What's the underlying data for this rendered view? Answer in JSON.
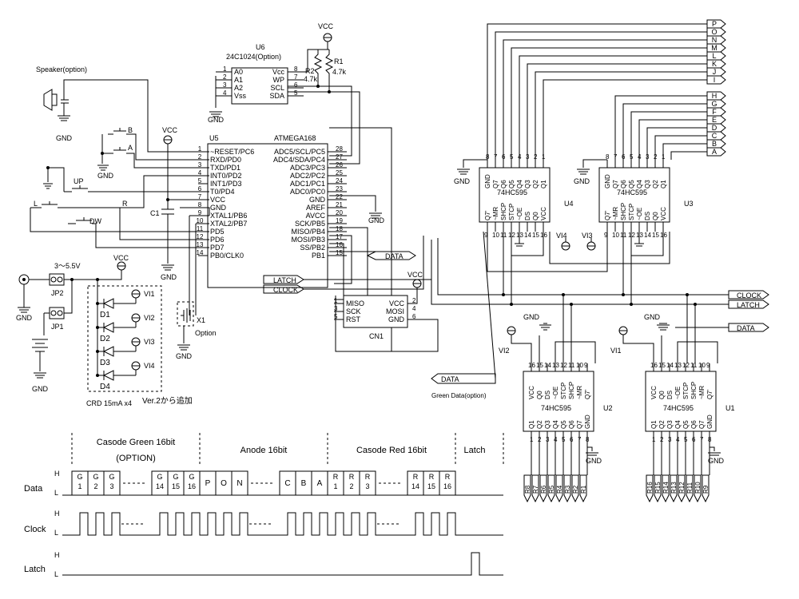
{
  "supply": {
    "vcc": "VCC",
    "gnd": "GND",
    "range": "3～5.5V",
    "jp1": "JP1",
    "jp2": "JP2"
  },
  "speaker": {
    "label": "Speaker(option)"
  },
  "buttons": {
    "b": "B",
    "a": "A",
    "up": "UP",
    "l": "L",
    "r": "R",
    "dw": "DW"
  },
  "cap": {
    "c1": "C1"
  },
  "crystal": {
    "x1": "X1",
    "option": "Option"
  },
  "eeprom": {
    "ref": "U6",
    "part": "24C1024(Option)",
    "left_pins": [
      "A0",
      "A1",
      "A2",
      "Vss"
    ],
    "left_nums": [
      "1",
      "2",
      "3",
      "4"
    ],
    "right_pins": [
      "Vcc",
      "WP",
      "SCL",
      "SDA"
    ],
    "right_nums": [
      "8",
      "7",
      "6",
      "5"
    ]
  },
  "resistors": {
    "r1": "R1",
    "r1_val": "4.7k",
    "r2": "R2",
    "r2_val": "4.7k"
  },
  "mcu": {
    "ref": "U5",
    "part": "ATMEGA168",
    "left_pins": [
      "~RESET/PC6",
      "RXD/PD0",
      "TXD/PD1",
      "INT0/PD2",
      "INT1/PD3",
      "T0/PD4",
      "VCC",
      "GND",
      "XTAL1/PB6",
      "XTAL2/PB7",
      "PD5",
      "PD6",
      "PD7",
      "PB0/CLK0"
    ],
    "left_nums": [
      "1",
      "2",
      "3",
      "4",
      "5",
      "6",
      "7",
      "8",
      "9",
      "10",
      "11",
      "12",
      "13",
      "14"
    ],
    "right_pins": [
      "ADC5/SCL/PC5",
      "ADC4/SDA/PC4",
      "ADC3/PC3",
      "ADC2/PC2",
      "ADC1/PC1",
      "ADC0/PC0",
      "GND",
      "AREF",
      "AVCC",
      "SCK/PB5",
      "MISO/PB4",
      "MOSI/PB3",
      "SS/PB2",
      "PB1"
    ],
    "right_nums": [
      "28",
      "27",
      "26",
      "25",
      "24",
      "23",
      "22",
      "21",
      "20",
      "19",
      "18",
      "17",
      "16",
      "15"
    ]
  },
  "nets": {
    "data": "DATA",
    "latch": "LATCH",
    "clock": "CLOCK",
    "green_data": "Green Data(option)"
  },
  "isp": {
    "ref": "CN1",
    "left_pins": [
      "MISO",
      "SCK",
      "RST"
    ],
    "left_nums": [
      "1",
      "3",
      "5"
    ],
    "right_pins": [
      "VCC",
      "MOSI",
      "GND"
    ],
    "right_nums": [
      "2",
      "4",
      "6"
    ]
  },
  "crd": {
    "diodes": [
      "D1",
      "D2",
      "D3",
      "D4"
    ],
    "vi": [
      "VI1",
      "VI2",
      "VI3",
      "VI4"
    ],
    "note": "CRD 15mA x4",
    "ver_note": "Ver.2から追加"
  },
  "shift_regs": {
    "part": "74HC595",
    "pin_names_top": [
      "GND",
      "Q7",
      "Q6",
      "Q5",
      "Q4",
      "Q3",
      "Q2",
      "Q1"
    ],
    "pin_nums_top": [
      "8",
      "7",
      "6",
      "5",
      "4",
      "3",
      "2",
      "1"
    ],
    "pin_names_bot": [
      "Q7'",
      "~MR",
      "SHCP",
      "STCP",
      "~OE",
      "DS",
      "Q0",
      "VCC"
    ],
    "pin_nums_bot": [
      "9",
      "10",
      "11",
      "12",
      "13",
      "14",
      "15",
      "16"
    ],
    "pin_names_u12_top": [
      "VCC",
      "Q0",
      "DS",
      "~OE",
      "STCP",
      "SHCP",
      "~MR",
      "Q7'"
    ],
    "pin_nums_u12_top": [
      "16",
      "15",
      "14",
      "13",
      "12",
      "11",
      "10",
      "9"
    ],
    "pin_names_u12_bot": [
      "Q1",
      "Q2",
      "Q3",
      "Q4",
      "Q5",
      "Q6",
      "Q7",
      "GND"
    ],
    "pin_nums_u12_bot": [
      "1",
      "2",
      "3",
      "4",
      "5",
      "6",
      "7",
      "8"
    ],
    "u4": "U4",
    "u3": "U3",
    "u2": "U2",
    "u1": "U1",
    "vi_u4": "VI4",
    "vi_u3": "VI3",
    "vi_u2": "VI2",
    "vi_u1": "VI1"
  },
  "outputs": {
    "anode_top": [
      "P",
      "O",
      "N",
      "M",
      "L",
      "K",
      "J",
      "I"
    ],
    "anode_bot": [
      "H",
      "G",
      "F",
      "E",
      "D",
      "C",
      "B",
      "A"
    ],
    "red_u2": [
      "R8",
      "R7",
      "R6",
      "R5",
      "R4",
      "R3",
      "R2",
      "R1"
    ],
    "red_u1": [
      "R16",
      "R15",
      "R14",
      "R13",
      "R12",
      "R11",
      "R10",
      "R9"
    ]
  },
  "timing": {
    "segments": [
      "Casode Green 16bit",
      "(OPTION)",
      "Anode 16bit",
      "Casode Red 16bit",
      "Latch"
    ],
    "rows": [
      "Data",
      "Clock",
      "Latch"
    ],
    "levels": [
      "H",
      "L"
    ],
    "data_cells": [
      [
        "G",
        "1"
      ],
      [
        "G",
        "2"
      ],
      [
        "G",
        "3"
      ],
      [
        "G",
        "14"
      ],
      [
        "G",
        "15"
      ],
      [
        "G",
        "16"
      ],
      [
        "P",
        ""
      ],
      [
        "O",
        ""
      ],
      [
        "N",
        ""
      ],
      [
        "C",
        ""
      ],
      [
        "B",
        ""
      ],
      [
        "A",
        ""
      ],
      [
        "R",
        "1"
      ],
      [
        "R",
        "2"
      ],
      [
        "R",
        "3"
      ],
      [
        "R",
        "14"
      ],
      [
        "R",
        "15"
      ],
      [
        "R",
        "16"
      ]
    ]
  }
}
